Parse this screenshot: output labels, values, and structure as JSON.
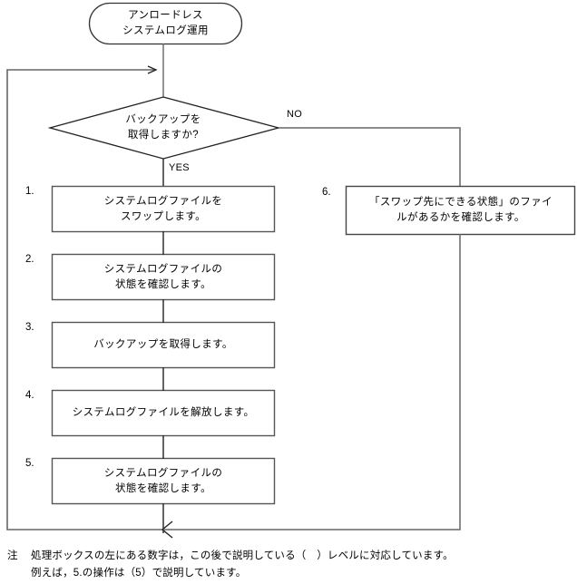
{
  "diagram": {
    "type": "flowchart",
    "title_node": {
      "id": "start",
      "shape": "terminator",
      "text": "アンロードレス\nシステムログ運用"
    },
    "decision": {
      "id": "decision-backup",
      "shape": "diamond",
      "text": "バックアップを\n取得しますか?",
      "yes_label": "YES",
      "no_label": "NO"
    },
    "steps": [
      {
        "number": "1.",
        "text": "システムログファイルを\nスワップします。"
      },
      {
        "number": "2.",
        "text": "システムログファイルの\n状態を確認します。"
      },
      {
        "number": "3.",
        "text": "バックアップを取得します。"
      },
      {
        "number": "4.",
        "text": "システムログファイルを解放します。"
      },
      {
        "number": "5.",
        "text": "システムログファイルの\n状態を確認します。"
      }
    ],
    "branch_step": {
      "number": "6.",
      "text": "「スワップ先にできる状態」のファイ\nルがあるかを確認します。"
    },
    "footnote": {
      "marker": "注",
      "text": "処理ボックスの左にある数字は，この後で説明している（　）レベルに対応しています。\n例えば，5.の操作は（5）で説明しています。"
    },
    "colors": {
      "line": "#666666",
      "box_border": "#444444",
      "text": "#000000",
      "background": "#ffffff"
    }
  }
}
